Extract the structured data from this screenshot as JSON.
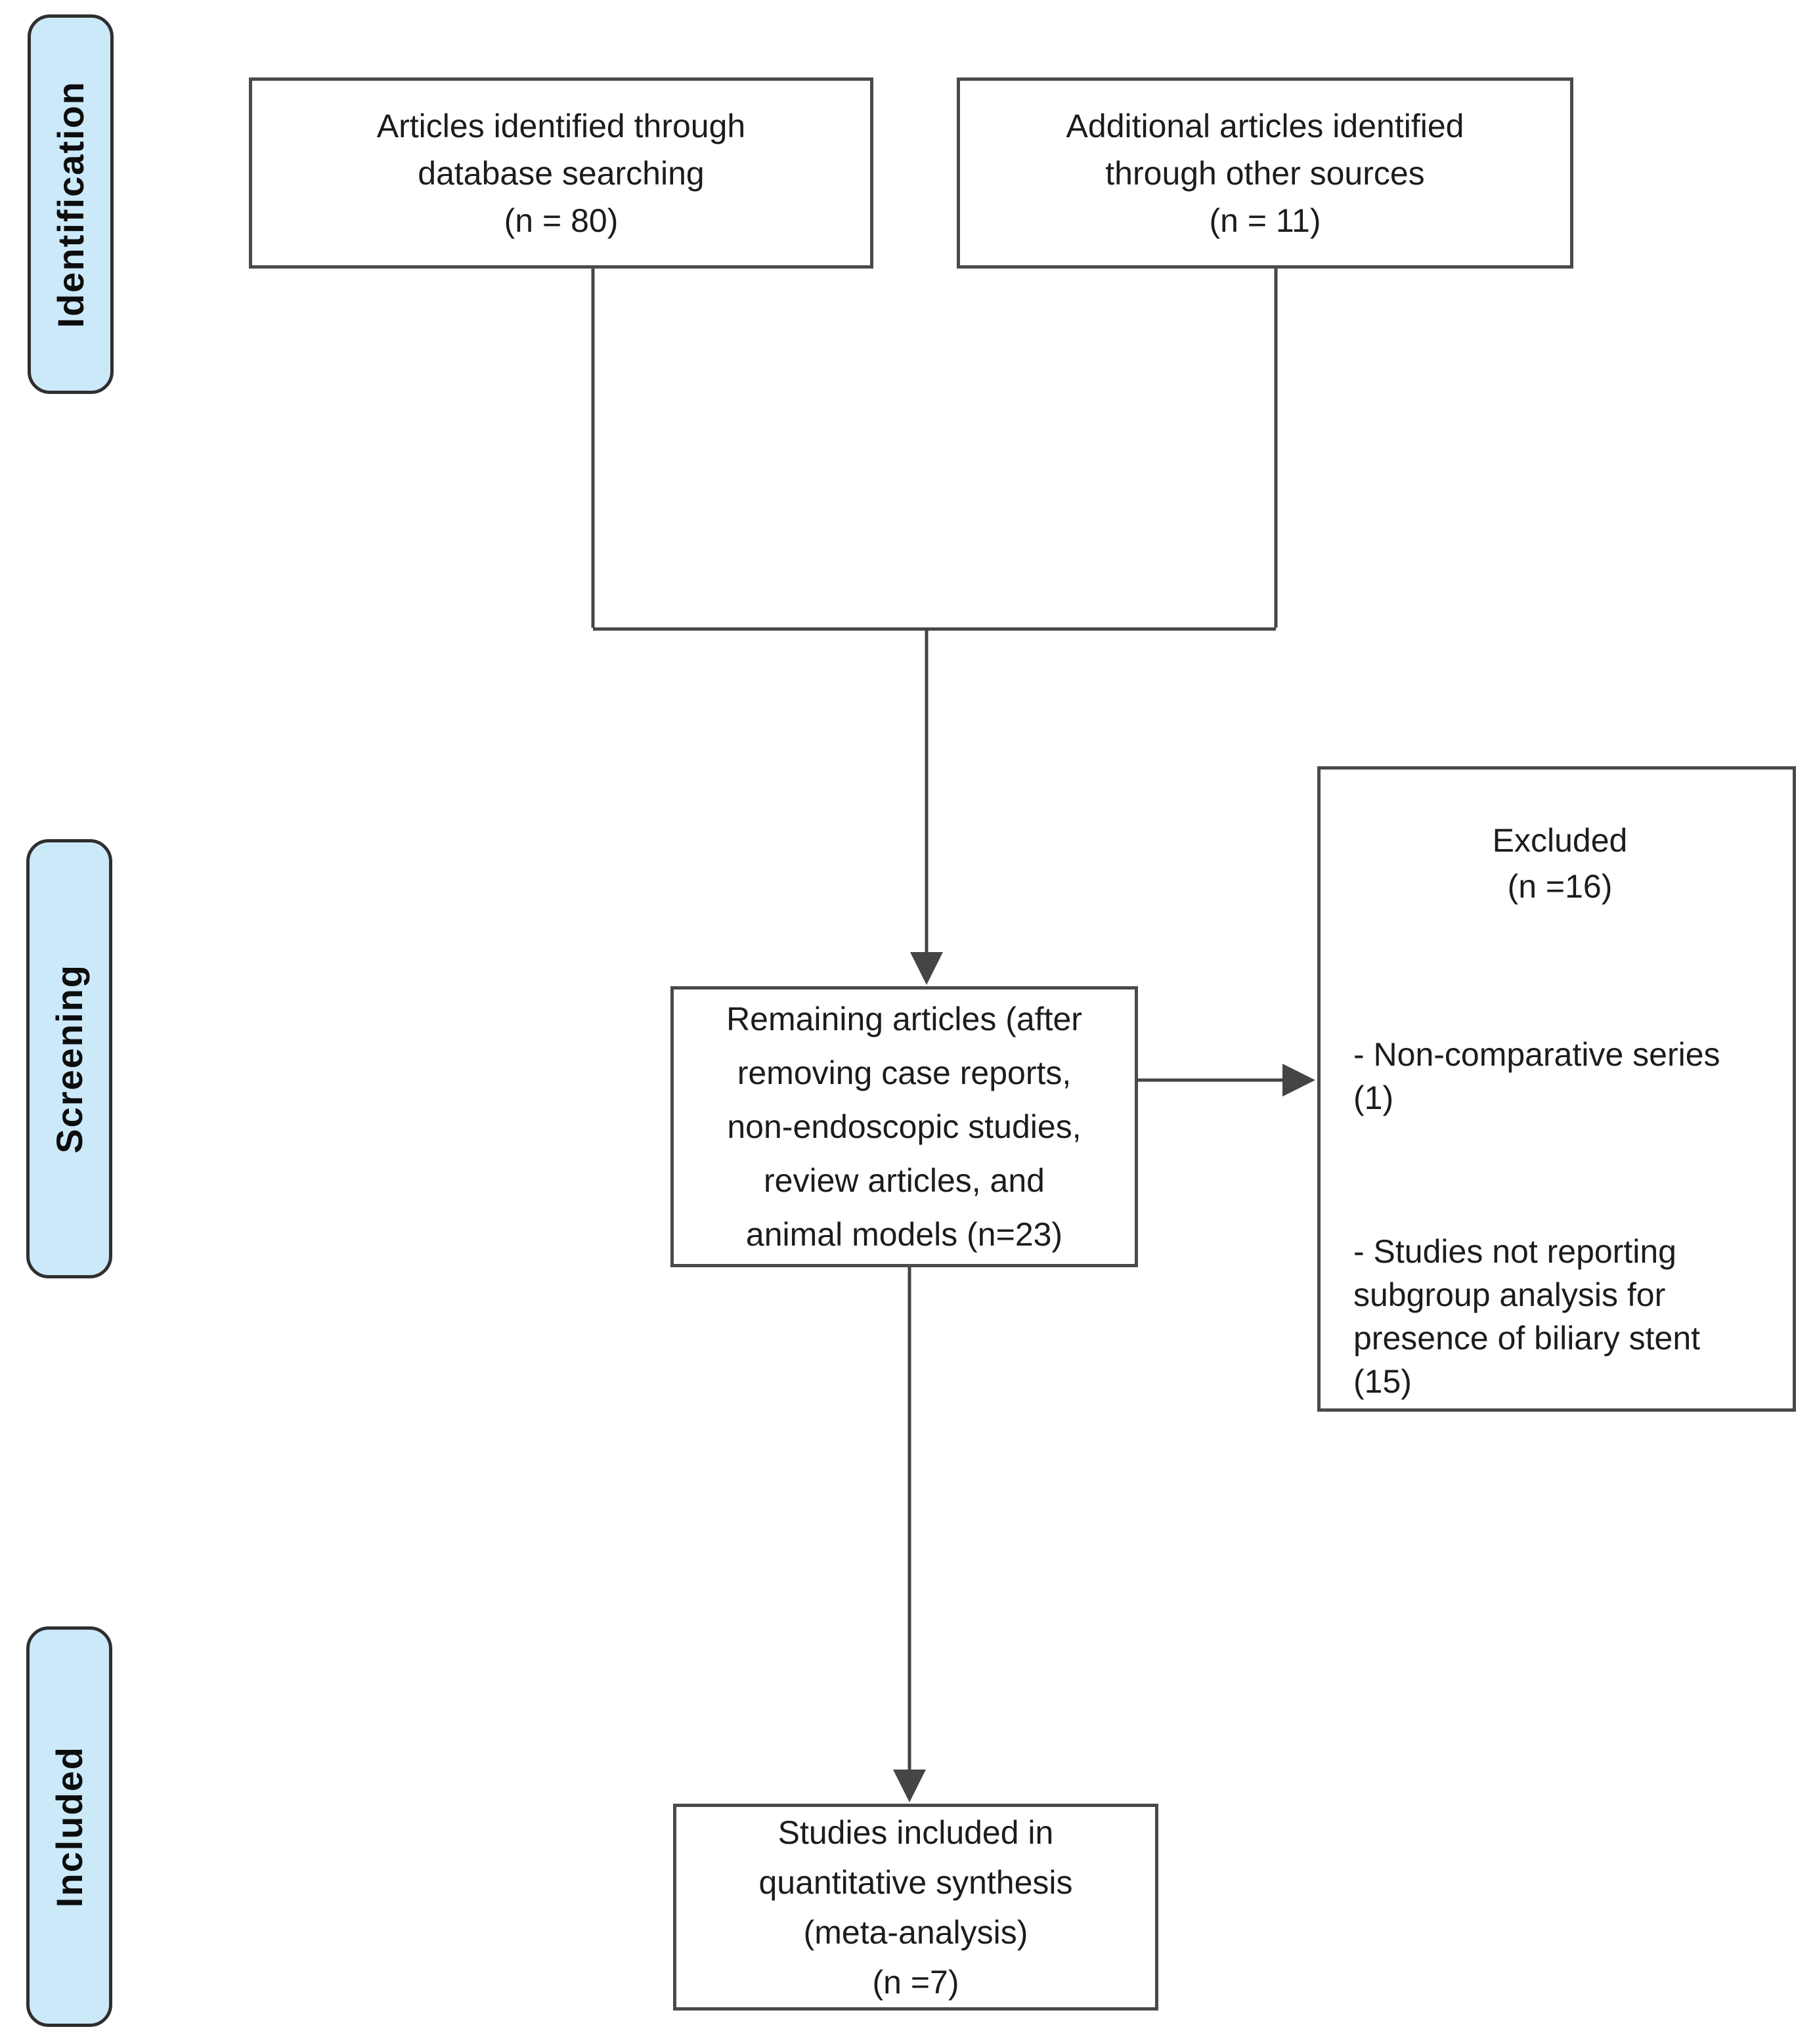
{
  "figure": {
    "type": "prisma-flow-diagram",
    "stages": [
      {
        "label": "Identification"
      },
      {
        "label": "Screening"
      },
      {
        "label": "Included"
      }
    ],
    "boxes": {
      "database": {
        "text": "Articles identified through\ndatabase searching\n(n = 80)"
      },
      "other_sources": {
        "text": "Additional articles identified\nthrough other sources\n(n = 11)"
      },
      "remaining": {
        "text": "Remaining articles (after\nremoving case reports,\nnon-endoscopic studies,\nreview articles, and\nanimal models (n=23)"
      },
      "excluded": {
        "title": "Excluded\n(n =16)",
        "reasons": [
          {
            "text": "- Non-comparative series\n(1)"
          },
          {
            "text": "- Studies not reporting\nsubgroup analysis for\npresence of biliary stent\n(15)"
          }
        ]
      },
      "included": {
        "text": "Studies included in\nquantitative synthesis\n(meta-analysis)\n(n =7)"
      }
    }
  },
  "colors": {
    "stage_fill": "#cce9fa",
    "stage_border": "#2f2f2f",
    "box_border": "#4a4a4a",
    "line": "#454545",
    "text": "#1c1c1c",
    "bg": "#ffffff"
  }
}
